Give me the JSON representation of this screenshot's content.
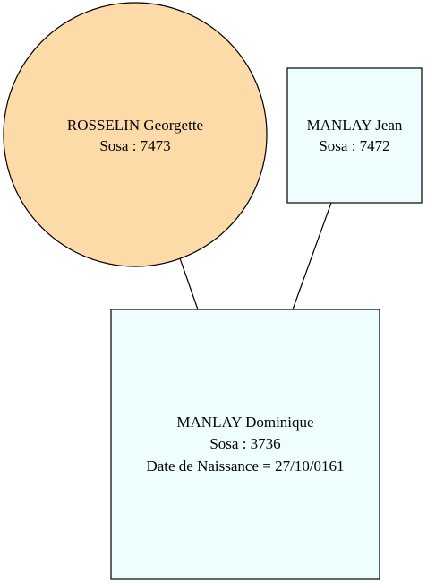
{
  "colors": {
    "female_fill": "#fddba8",
    "male_fill": "#eefefe",
    "stroke": "#000000"
  },
  "nodes": {
    "mother": {
      "name": "ROSSELIN Georgette",
      "sosa": "Sosa : 7473"
    },
    "father": {
      "name": "MANLAY Jean",
      "sosa": "Sosa : 7472"
    },
    "child": {
      "name": "MANLAY Dominique",
      "sosa": "Sosa : 3736",
      "birth": "Date de Naissance = 27/10/0161"
    }
  }
}
